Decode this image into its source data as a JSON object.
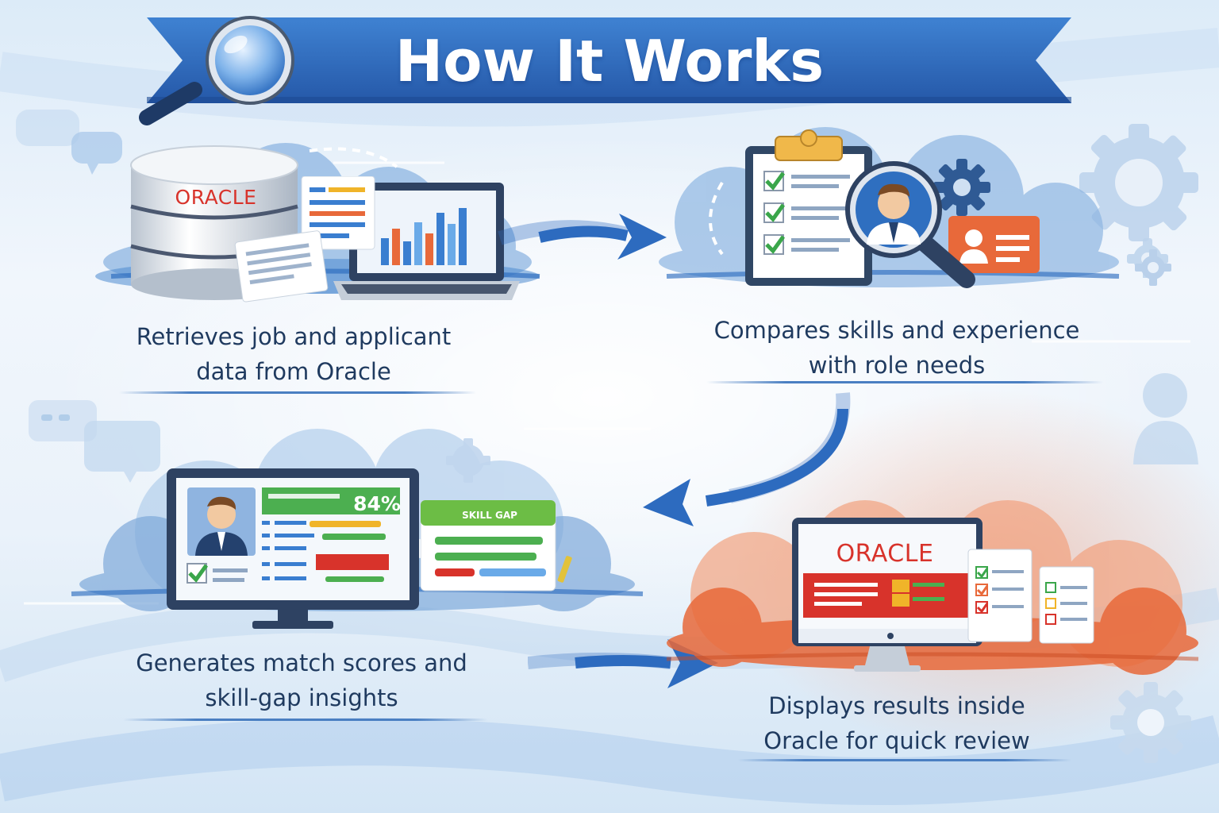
{
  "header": {
    "title": "How It Works"
  },
  "steps": [
    {
      "caption_line1": "Retrieves job and applicant",
      "caption_line2": "data from Oracle",
      "brand_label": "ORACLE"
    },
    {
      "caption_line1": "Compares skills and experience",
      "caption_line2": "with role needs"
    },
    {
      "caption_line1": "Generates match scores and",
      "caption_line2": "skill-gap insights",
      "match_score": "84%",
      "skill_gap_label": "SKILL GAP"
    },
    {
      "caption_line1": "Displays results inside",
      "caption_line2": "Oracle for quick review",
      "brand_label": "ORACLE"
    }
  ],
  "colors": {
    "banner": "#2f6fc0",
    "accent_blue": "#2d6bbf",
    "oracle_red": "#d8332b",
    "accent_orange": "#e8693a",
    "caption_text": "#1f3a5f"
  },
  "icons": [
    "magnifier-icon",
    "database-icon",
    "laptop-chart-icon",
    "clipboard-checklist-icon",
    "profile-magnifier-icon",
    "gear-icon",
    "id-card-icon",
    "monitor-profile-icon",
    "skill-gap-card-icon",
    "oracle-monitor-icon",
    "document-icon",
    "chat-bubble-icon",
    "arrow-icon"
  ]
}
